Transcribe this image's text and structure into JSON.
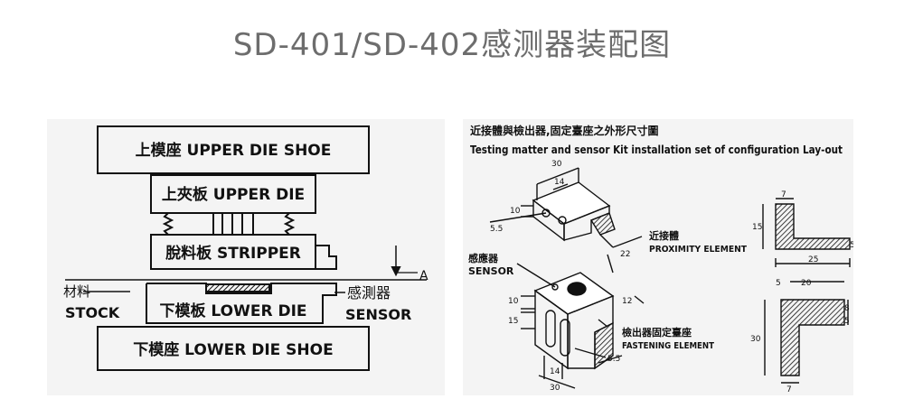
{
  "title": "SD-401/SD-402感测器装配图",
  "left_diagram": {
    "upper_die_shoe": "上模座 UPPER DIE SHOE",
    "upper_die": "上夾板 UPPER DIE",
    "stripper": "脫料板 STRIPPER",
    "lower_die": "下模板 LOWER DIE",
    "lower_die_shoe": "下模座 LOWER DIE SHOE",
    "stock_cn": "材料",
    "stock_en": "STOCK",
    "sensor_cn": "感測器",
    "sensor_en": "SENSOR",
    "point_label": "A"
  },
  "right_diagram": {
    "title_cn": "近接體與檢出器,固定臺座之外形尺寸圖",
    "title_en": "Testing matter and sensor Kit installation set of configuration Lay-out",
    "proximity_cn": "近接體",
    "proximity_en": "PROXIMITY ELEMENT",
    "sensor_cn": "感應器",
    "sensor_en": "SENSOR",
    "fastening_cn": "檢出器固定臺座",
    "fastening_en": "FASTENING ELEMENT",
    "dims": {
      "d30_top": "30",
      "d14_top": "14",
      "d10_top": "10",
      "d5_5_top": "5.5",
      "d22": "22",
      "d7_a": "7",
      "d15_a": "15",
      "d5_a": "5",
      "d25": "25",
      "d10_b": "10",
      "d15_b": "15",
      "d12": "12",
      "d14_b": "14",
      "d30_b": "30",
      "d5_5_b": "5.5",
      "d5_c": "5",
      "d20": "20",
      "d8": "8",
      "d5_d": "5",
      "d30_c": "30",
      "d7_b": "7"
    }
  }
}
